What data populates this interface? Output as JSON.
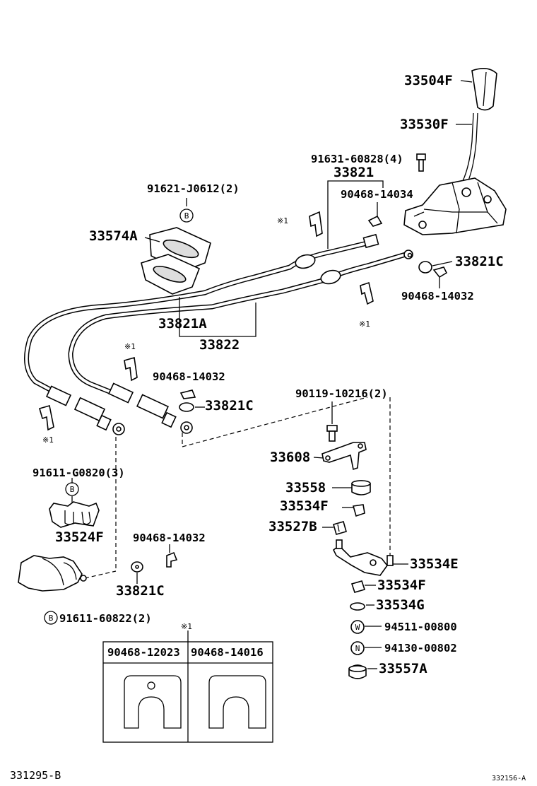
{
  "labels": {
    "knob": "33504F",
    "lever": "33530F",
    "bolt_lever": "91631-60828(4)",
    "cable_33821": "33821",
    "clip_upper": "90468-14034",
    "bolt_grommet": "91621-J0612(2)",
    "grommet": "33574A",
    "cable_33821a": "33821A",
    "cable_33822": "33822",
    "bushing_upper": "33821C",
    "clip_upper_right": "90468-14032",
    "clip_mid": "90468-14032",
    "bushing_mid": "33821C",
    "bolt_bracket": "90119-10216(2)",
    "bracket": "33608",
    "bushing_33558": "33558",
    "bushing_33534f_1": "33534F",
    "part_33527b": "33527B",
    "bolt_lower_left": "91611-G0820(3)",
    "part_33524f": "33524F",
    "clip_lower": "90468-14032",
    "bushing_lower": "33821C",
    "part_33534e": "33534E",
    "bushing_33534f_2": "33534F",
    "part_33534g": "33534G",
    "washer": "94511-00800",
    "nut": "94130-00802",
    "part_33557a": "33557A",
    "bolt_lower_b": "91611-60822(2)",
    "inset_left": "90468-12023",
    "inset_right": "90468-14016",
    "doc_ref_left": "331295-B",
    "doc_ref_right": "332156-A"
  },
  "marks": {
    "circle_b": "B",
    "circle_w": "W",
    "circle_n": "N",
    "note": "※1"
  }
}
